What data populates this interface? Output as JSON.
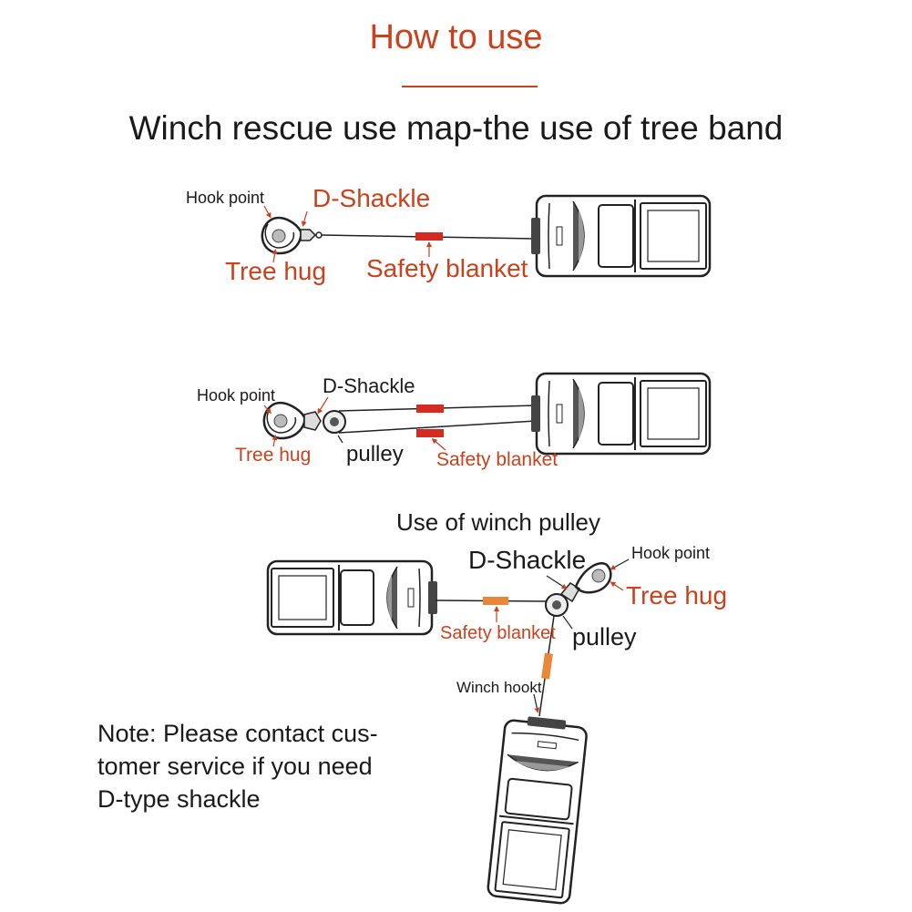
{
  "header": {
    "title": "How to use",
    "subtitle": "Winch rescue use map-the use of tree band"
  },
  "diagram1": {
    "hook_point": "Hook point",
    "d_shackle": "D-Shackle",
    "tree_hug": "Tree hug",
    "safety_blanket": "Safety blanket"
  },
  "diagram2": {
    "hook_point": "Hook point",
    "d_shackle": "D-Shackle",
    "tree_hug": "Tree hug",
    "pulley": "pulley",
    "safety_blanket": "Safety blanket"
  },
  "diagram3": {
    "heading": "Use of winch pulley",
    "d_shackle": "D-Shackle",
    "hook_point": "Hook point",
    "tree_hug": "Tree hug",
    "safety_blanket": "Safety blanket",
    "pulley": "pulley",
    "winch_hook": "Winch hookt"
  },
  "note": "Note: Please contact cus-\ntomer service if you need\nD-type shackle",
  "colors": {
    "accent": "#c8421e",
    "text": "#1a1a1a",
    "blanket_red": "#d42a1f",
    "blanket_orange": "#e8873a"
  }
}
